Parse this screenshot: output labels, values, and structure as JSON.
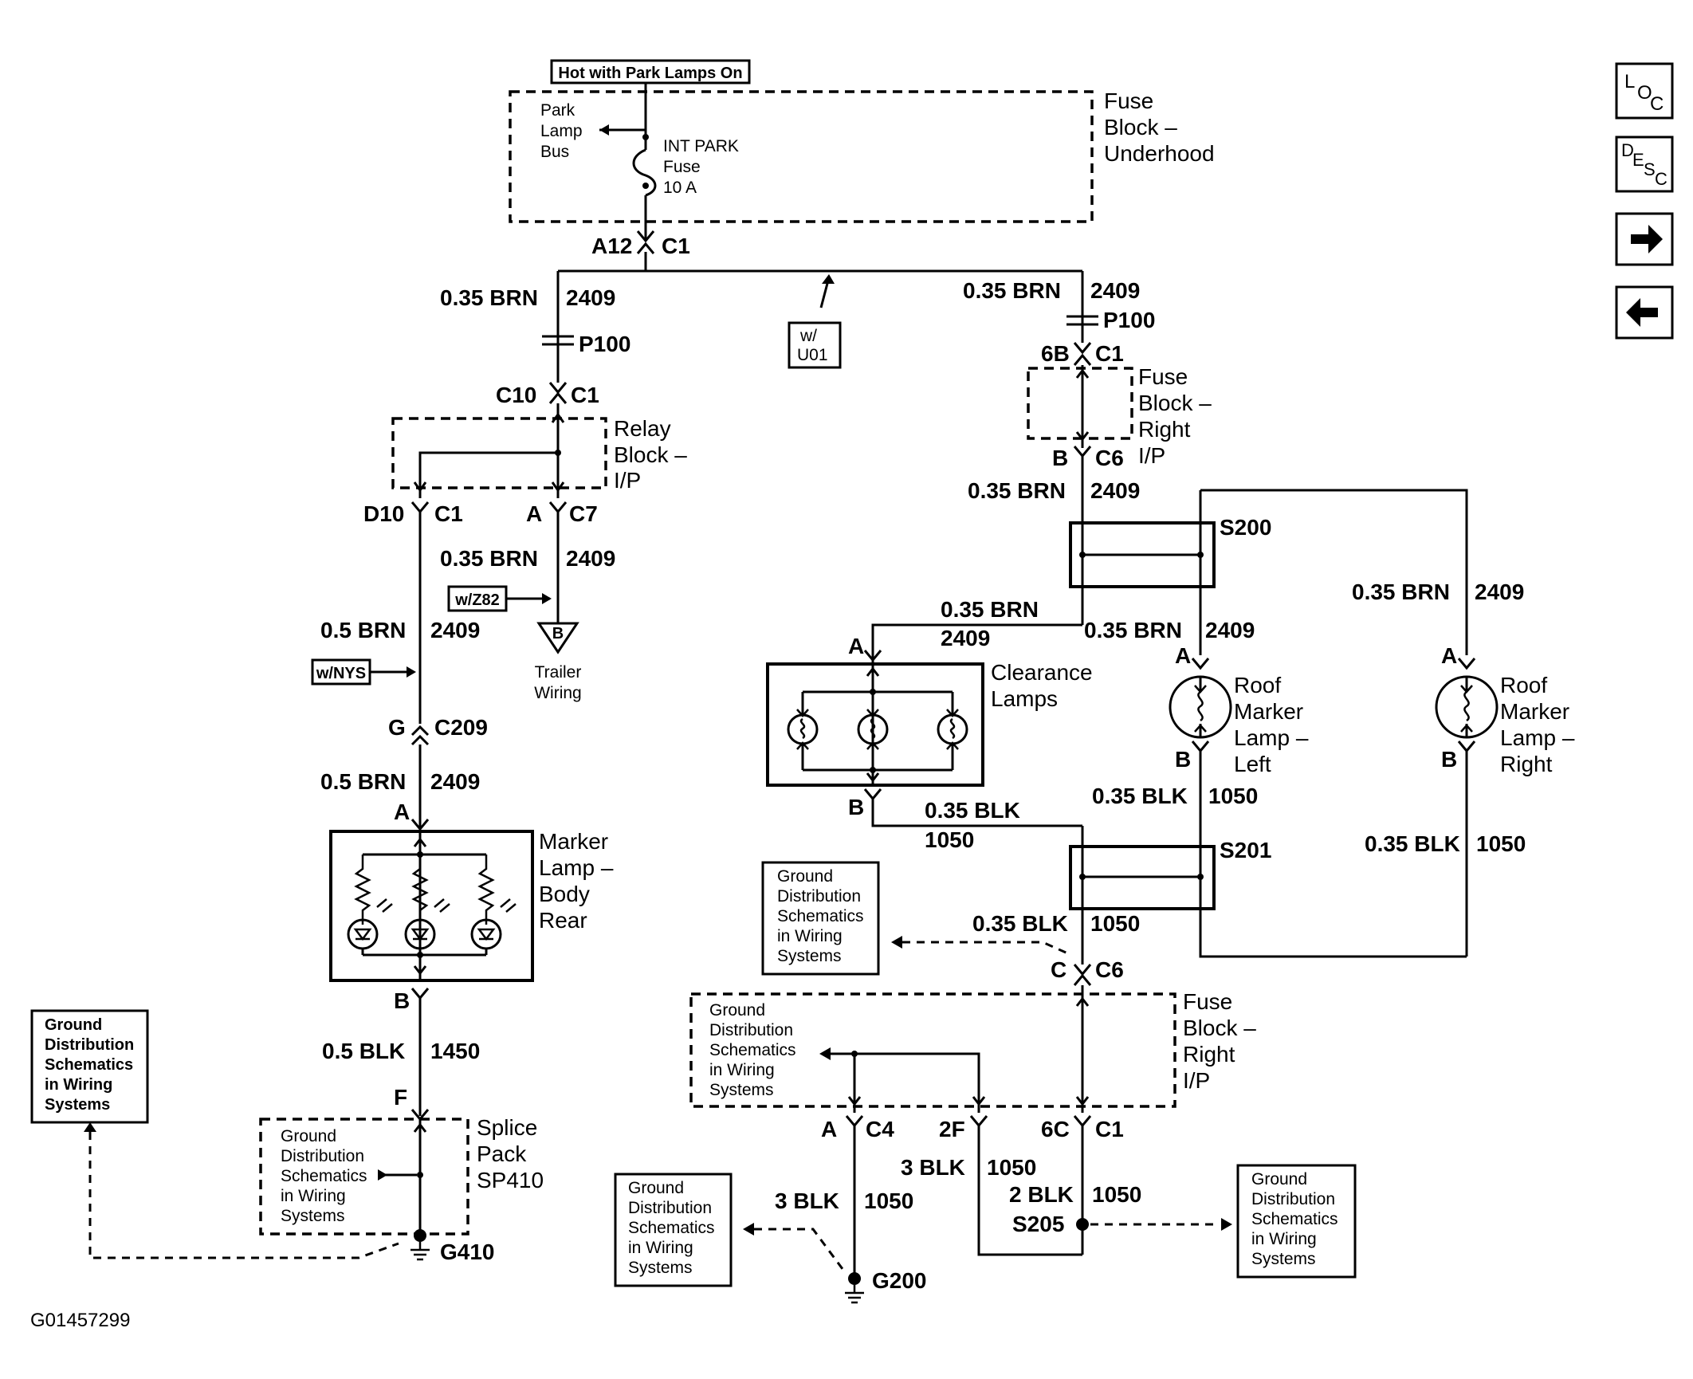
{
  "hot_label": "Hot with Park Lamps On",
  "fuse_block_underhood": {
    "l1": "Fuse",
    "l2": "Block –",
    "l3": "Underhood"
  },
  "park_lamp_bus": {
    "l1": "Park",
    "l2": "Lamp",
    "l3": "Bus"
  },
  "int_park_fuse": {
    "l1": "INT PARK",
    "l2": "Fuse",
    "l3": "10 A"
  },
  "conn": {
    "a12": "A12",
    "c1": "C1",
    "p100": "P100",
    "c10": "C10",
    "d10": "D10",
    "a": "A",
    "b": "B",
    "c7": "C7",
    "g": "G",
    "c209": "C209",
    "f": "F",
    "b6": "6B",
    "c6": "C6",
    "c": "C",
    "c4": "C4",
    "f2": "2F",
    "c6b": "6C",
    "s200": "S200",
    "s201": "S201",
    "s205": "S205",
    "g410": "G410",
    "g200": "G200"
  },
  "wire": {
    "brn035": "0.35 BRN",
    "brn05": "0.5 BRN",
    "blk035": "0.35 BLK",
    "blk05": "0.5 BLK",
    "blk3": "3 BLK",
    "blk2": "2 BLK",
    "c2409": "2409",
    "c1050": "1050",
    "c1450": "1450"
  },
  "options": {
    "u01_1": "w/",
    "u01_2": "U01",
    "z82": "w/Z82",
    "nys": "w/NYS"
  },
  "relay_block": {
    "l1": "Relay",
    "l2": "Block –",
    "l3": "I/P"
  },
  "trailer": {
    "l1": "Trailer",
    "l2": "Wiring"
  },
  "marker_body_rear": {
    "l1": "Marker",
    "l2": "Lamp –",
    "l3": "Body",
    "l4": "Rear"
  },
  "splice_pack": {
    "l1": "Splice",
    "l2": "Pack",
    "l3": "SP410"
  },
  "fuse_block_right": {
    "l1": "Fuse",
    "l2": "Block –",
    "l3": "Right",
    "l4": "I/P"
  },
  "clearance_lamps": {
    "l1": "Clearance",
    "l2": "Lamps"
  },
  "roof_left": {
    "l1": "Roof",
    "l2": "Marker",
    "l3": "Lamp –",
    "l4": "Left"
  },
  "roof_right": {
    "l1": "Roof",
    "l2": "Marker",
    "l3": "Lamp –",
    "l4": "Right"
  },
  "ground_ref": {
    "l1": "Ground",
    "l2": "Distribution",
    "l3": "Schematics",
    "l4": "in Wiring",
    "l5": "Systems"
  },
  "nav": {
    "loc_l": "L",
    "loc_o": "O",
    "loc_c": "C",
    "desc_d": "D",
    "desc_e": "E",
    "desc_s": "S",
    "desc_c": "C"
  },
  "figure_id": "G01457299"
}
